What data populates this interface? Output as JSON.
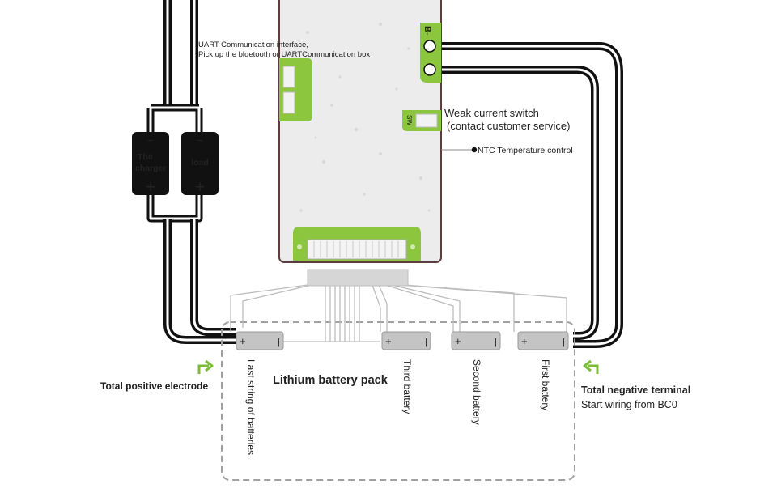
{
  "bms_board": {
    "b_minus_label": "B-",
    "sw_label": "SW"
  },
  "uart": {
    "line1": "UART  Communication interface,",
    "line2": "Pick up the bluetooth or UARTCommunication box"
  },
  "switch_label": {
    "line1": "Weak current switch",
    "line2": "(contact customer service)"
  },
  "ntc_label": "NTC Temperature control",
  "charger": {
    "minus": "−",
    "line1": "The",
    "line2": "charger",
    "plus": "+"
  },
  "load": {
    "minus": "−",
    "label": "load",
    "plus": "+"
  },
  "pack_label": "Lithium battery pack",
  "batteries": [
    {
      "name": "Last string of batteries",
      "plus": "+",
      "minus": "|"
    },
    {
      "name": "Third battery",
      "plus": "+",
      "minus": "|"
    },
    {
      "name": "Second battery",
      "plus": "+",
      "minus": "|"
    },
    {
      "name": "First battery",
      "plus": "+",
      "minus": "|"
    }
  ],
  "positive_label": "Total positive electrode",
  "negative_label": {
    "title": "Total negative terminal",
    "subtitle": "Start wiring from BC0"
  },
  "colors": {
    "board_fill": "#ececec",
    "board_border": "#5a3d3d",
    "connector_green": "#8cc63f",
    "wire_black": "#111111",
    "arrow_green": "#7dbb3a",
    "sense_wire": "#bdbdbd",
    "dashed_border": "#a0a0a0"
  }
}
